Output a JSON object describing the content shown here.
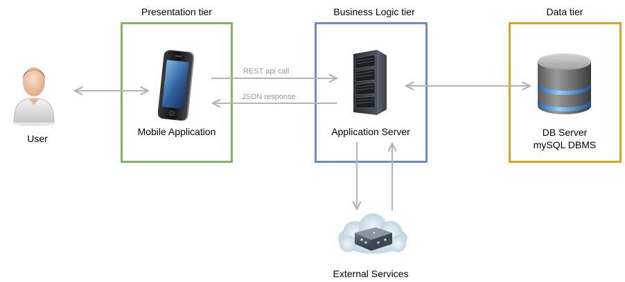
{
  "tiers": {
    "presentation": {
      "title": "Presentation tier",
      "color": "#82b366"
    },
    "business": {
      "title": "Business Logic tier",
      "color": "#6c8ebf"
    },
    "data": {
      "title": "Data tier",
      "color": "#d6a520"
    }
  },
  "nodes": {
    "user": {
      "label": "User",
      "icon": "user-icon"
    },
    "mobile_app": {
      "label": "Mobile Application",
      "icon": "smartphone-icon"
    },
    "app_server": {
      "label": "Application Server",
      "icon": "server-rack-icon"
    },
    "db_server": {
      "label_line1": "DB Server",
      "label_line2": "mySQL DBMS",
      "icon": "database-icon"
    },
    "external": {
      "label": "External Services",
      "icon": "cloud-server-icon"
    }
  },
  "connections": {
    "rest_call": "REST api call",
    "json_response": "JSON response"
  },
  "colors": {
    "arrow": "#b3b3b3",
    "connection_label": "#999999"
  }
}
